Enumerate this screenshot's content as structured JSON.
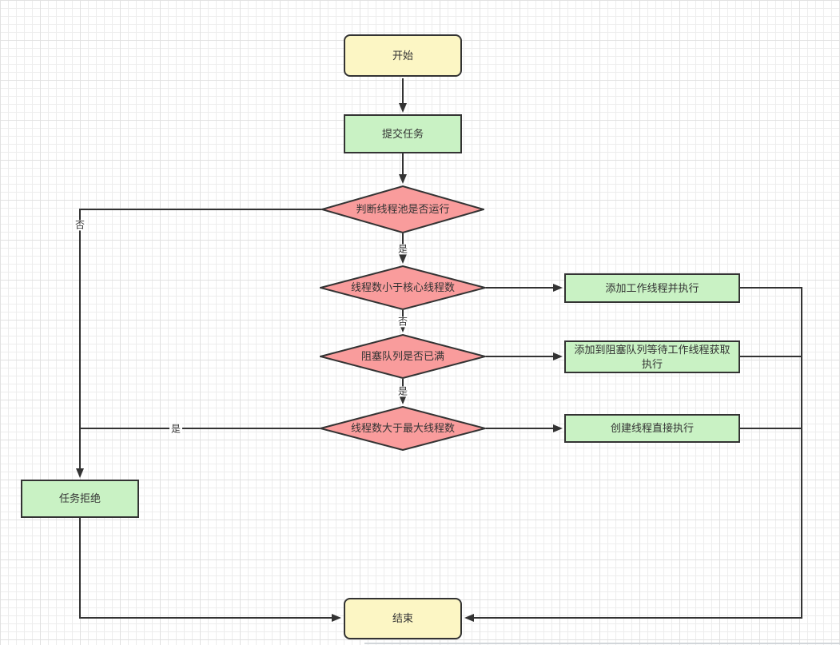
{
  "colors": {
    "terminator_fill": "#FCF6C4",
    "process_fill": "#C9F2C4",
    "decision_fill": "#F99C9C",
    "stroke": "#333333",
    "grid_minor": "#ededed",
    "grid_major": "#e1e1e1"
  },
  "nodes": {
    "start": {
      "label": "开始",
      "type": "terminator"
    },
    "submit_task": {
      "label": "提交任务",
      "type": "process"
    },
    "decision_pool_running": {
      "label": "判断线程池是否运行",
      "type": "decision"
    },
    "decision_less_than_core": {
      "label": "线程数小于核心线程数",
      "type": "decision"
    },
    "decision_queue_full": {
      "label": "阻塞队列是否已满",
      "type": "decision"
    },
    "decision_greater_than_max": {
      "label": "线程数大于最大线程数",
      "type": "decision"
    },
    "add_worker_thread": {
      "label": "添加工作线程并执行",
      "type": "process"
    },
    "add_to_queue": {
      "label": "添加到阻塞队列等待工作线程获取执行",
      "type": "process"
    },
    "create_thread_direct": {
      "label": "创建线程直接执行",
      "type": "process"
    },
    "task_rejected": {
      "label": "任务拒绝",
      "type": "process"
    },
    "end": {
      "label": "结束",
      "type": "terminator"
    }
  },
  "edge_labels": {
    "pool_running_yes": "是",
    "pool_running_no": "否",
    "core_check_no": "否",
    "queue_full_yes": "是",
    "max_check_yes": "是"
  }
}
